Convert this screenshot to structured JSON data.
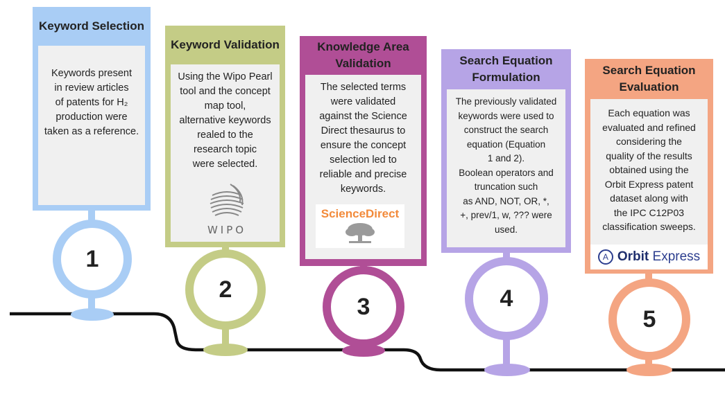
{
  "steps": [
    {
      "number": "1",
      "title": "Keyword Selection",
      "text_lines": [
        "Keywords present",
        "in review articles",
        "of patents for H₂",
        "production were",
        "taken as a reference."
      ],
      "color": "#a9cdf5"
    },
    {
      "number": "2",
      "title": "Keyword Validation",
      "text_lines": [
        "Using the Wipo Pearl",
        "tool and the concept",
        "map tool,",
        "alternative keywords",
        "realed to the",
        "research topic",
        "were selected."
      ],
      "color": "#c4cc86",
      "logo_text": "WIPO"
    },
    {
      "number": "3",
      "title": "Knowledge Area Validation",
      "text_lines": [
        "The selected terms",
        "were validated",
        "against the Science",
        "Direct thesaurus to",
        "ensure the concept",
        "selection led to",
        "reliable and precise",
        "keywords."
      ],
      "color": "#b04e96",
      "logo_text": "ScienceDirect"
    },
    {
      "number": "4",
      "title": "Search Equation Formulation",
      "text_lines": [
        "The previously validated",
        "keywords were used to",
        "construct the search",
        "equation (Equation",
        "1 and 2).",
        "Boolean operators and",
        "truncation such",
        "as AND, NOT, OR, *,",
        "+, prev/1, w, ??? were",
        "used."
      ],
      "color": "#b6a4e6"
    },
    {
      "number": "5",
      "title": "Search Equation Evaluation",
      "text_lines": [
        "Each equation was",
        "evaluated and refined",
        "considering the",
        "quality of the results",
        "obtained using the",
        "Orbit Express patent",
        "dataset along with",
        "the IPC  C12P03",
        "classification sweeps."
      ],
      "color": "#f4a582",
      "logo_text": "Orbit Express",
      "logo_parts": {
        "bold": "Orbit",
        "regular": "Express",
        "mark": "A"
      }
    }
  ]
}
